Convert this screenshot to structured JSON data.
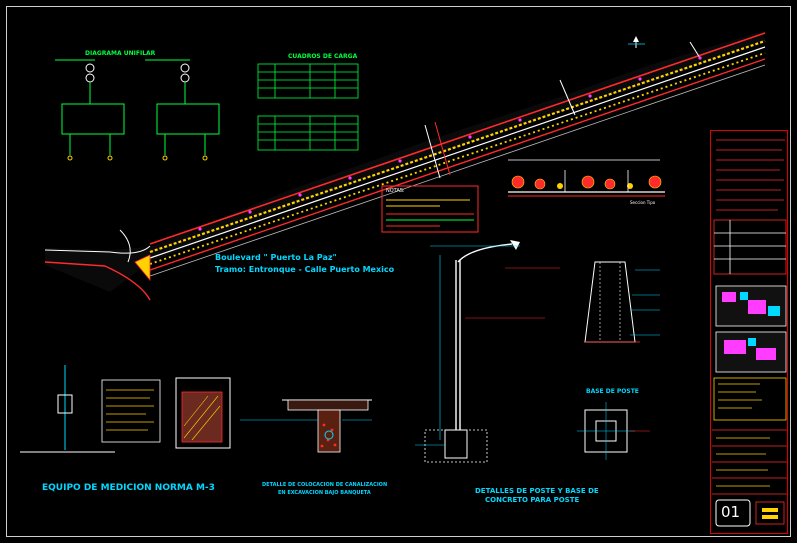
{
  "drawing": {
    "diagram_title": "DIAGRAMA UNIFILAR",
    "loads_title": "CUADROS DE CARGA",
    "boulevard_name": "Boulevard \" Puerto La Paz\"",
    "segment": "Tramo: Entronque - Calle Puerto Mexico",
    "notes_title": "NOTAS:",
    "meter_title": "EQUIPO DE MEDICION NORMA M-3",
    "trench_title_line1": "DETALLE DE COLOCACION DE CANALIZACION",
    "trench_title_line2": "EN EXCAVACION BAJO BANQUETA",
    "pole_title_line1": "DETALLES DE POSTE Y BASE DE",
    "pole_title_line2": "CONCRETO PARA POSTE",
    "pole_base_title": "BASE DE POSTE",
    "section_label": "Seccion Tipo",
    "sheet_number": "01"
  },
  "colors": {
    "background": "#000000",
    "frame": "#cfcfcf",
    "road_red": "#ff2a2a",
    "road_yellow": "#ffd200",
    "road_white": "#ffffff",
    "cyan": "#00d8ff",
    "green": "#00ff3c",
    "magenta": "#ff3cff",
    "title_block_red": "#dd0000"
  },
  "icons": {
    "north_arrow": "north-arrow-icon"
  }
}
